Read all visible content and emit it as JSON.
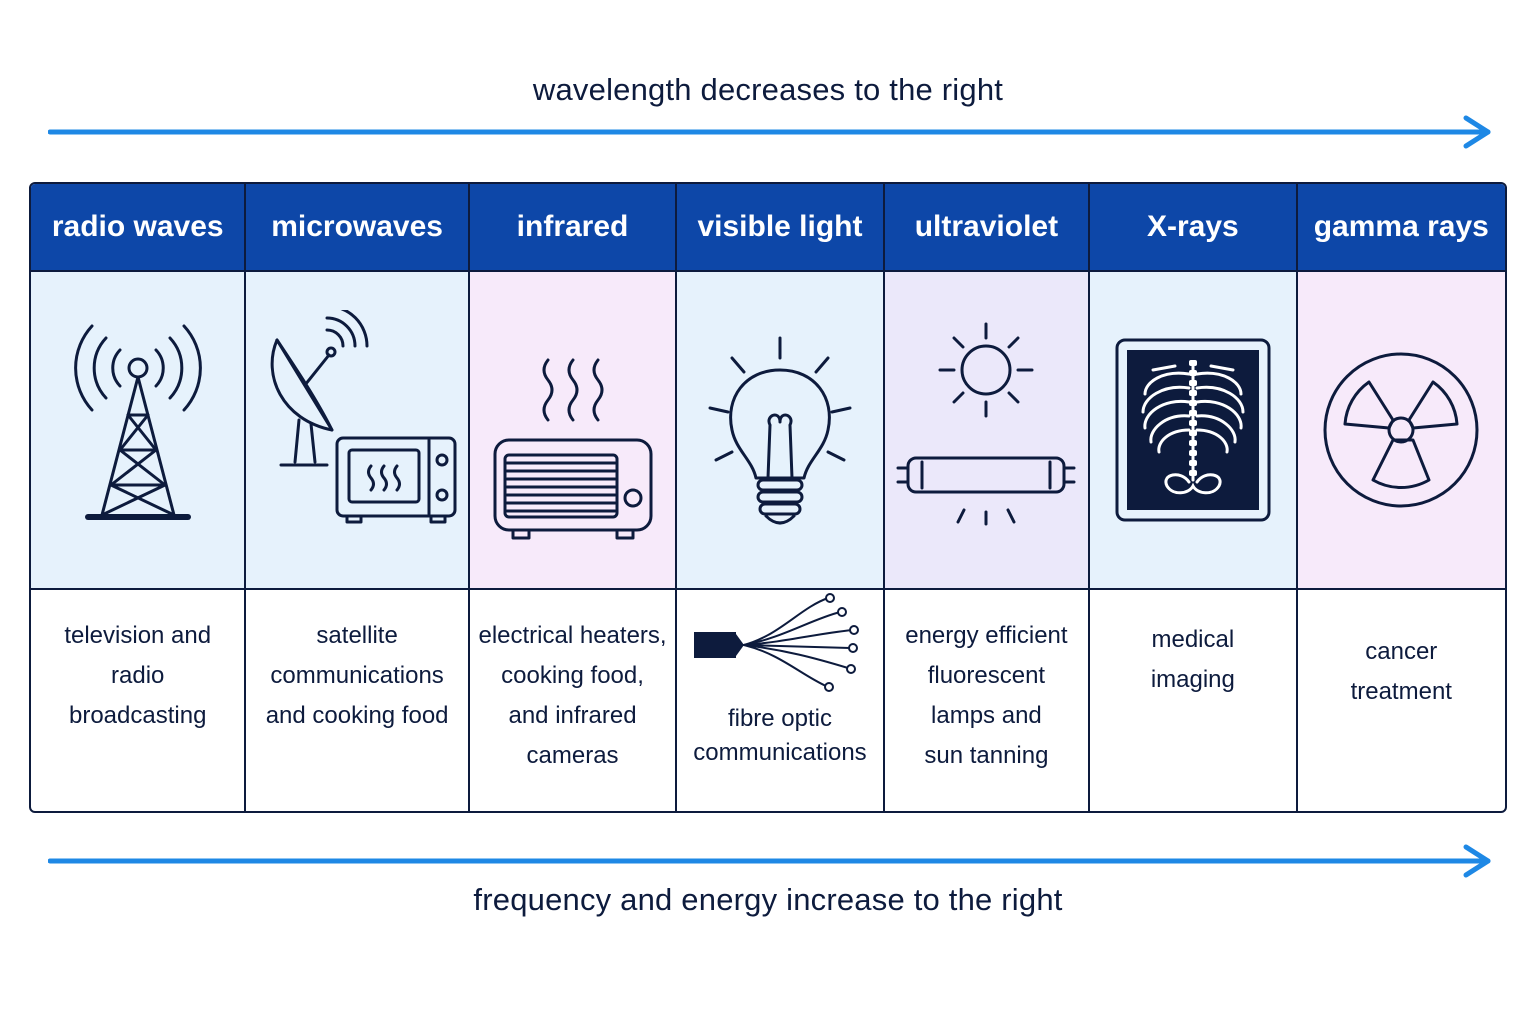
{
  "top_caption": "wavelength decreases to the right",
  "bottom_caption": "frequency and energy increase to the right",
  "colors": {
    "header_bg": "#0d47a8",
    "arrow": "#1e88e5",
    "text": "#0d1b3d",
    "tint_blue": "#e6f2fc",
    "tint_pink": "#f7eafa",
    "tint_lavender": "#ebe8fa"
  },
  "columns": [
    {
      "name": "radio waves",
      "icon": "radio-tower-icon",
      "tint": "#e6f2fc",
      "use_lines": [
        "television and",
        "radio",
        "broadcasting"
      ]
    },
    {
      "name": "microwaves",
      "icon": "satellite-dish-microwave-icon",
      "tint": "#e6f2fc",
      "use_lines": [
        "satellite",
        "communications",
        "and cooking food"
      ]
    },
    {
      "name": "infrared",
      "icon": "heater-icon",
      "tint": "#f7eafa",
      "use_lines": [
        "electrical heaters,",
        "cooking food,",
        "and infrared",
        "cameras"
      ]
    },
    {
      "name": "visible light",
      "icon": "light-bulb-icon",
      "tint": "#e6f2fc",
      "use_lines": [
        "fibre optic",
        "communications"
      ]
    },
    {
      "name": "ultraviolet",
      "icon": "sun-uv-lamp-icon",
      "tint": "#ebe8fa",
      "use_lines": [
        "energy efficient",
        "fluorescent",
        "lamps and",
        "sun tanning"
      ]
    },
    {
      "name": "X-rays",
      "icon": "xray-chest-icon",
      "tint": "#e6f2fc",
      "use_lines": [
        "medical",
        "imaging"
      ]
    },
    {
      "name": "gamma rays",
      "icon": "radiation-icon",
      "tint": "#f7eafa",
      "use_lines": [
        "cancer",
        "treatment"
      ]
    }
  ]
}
